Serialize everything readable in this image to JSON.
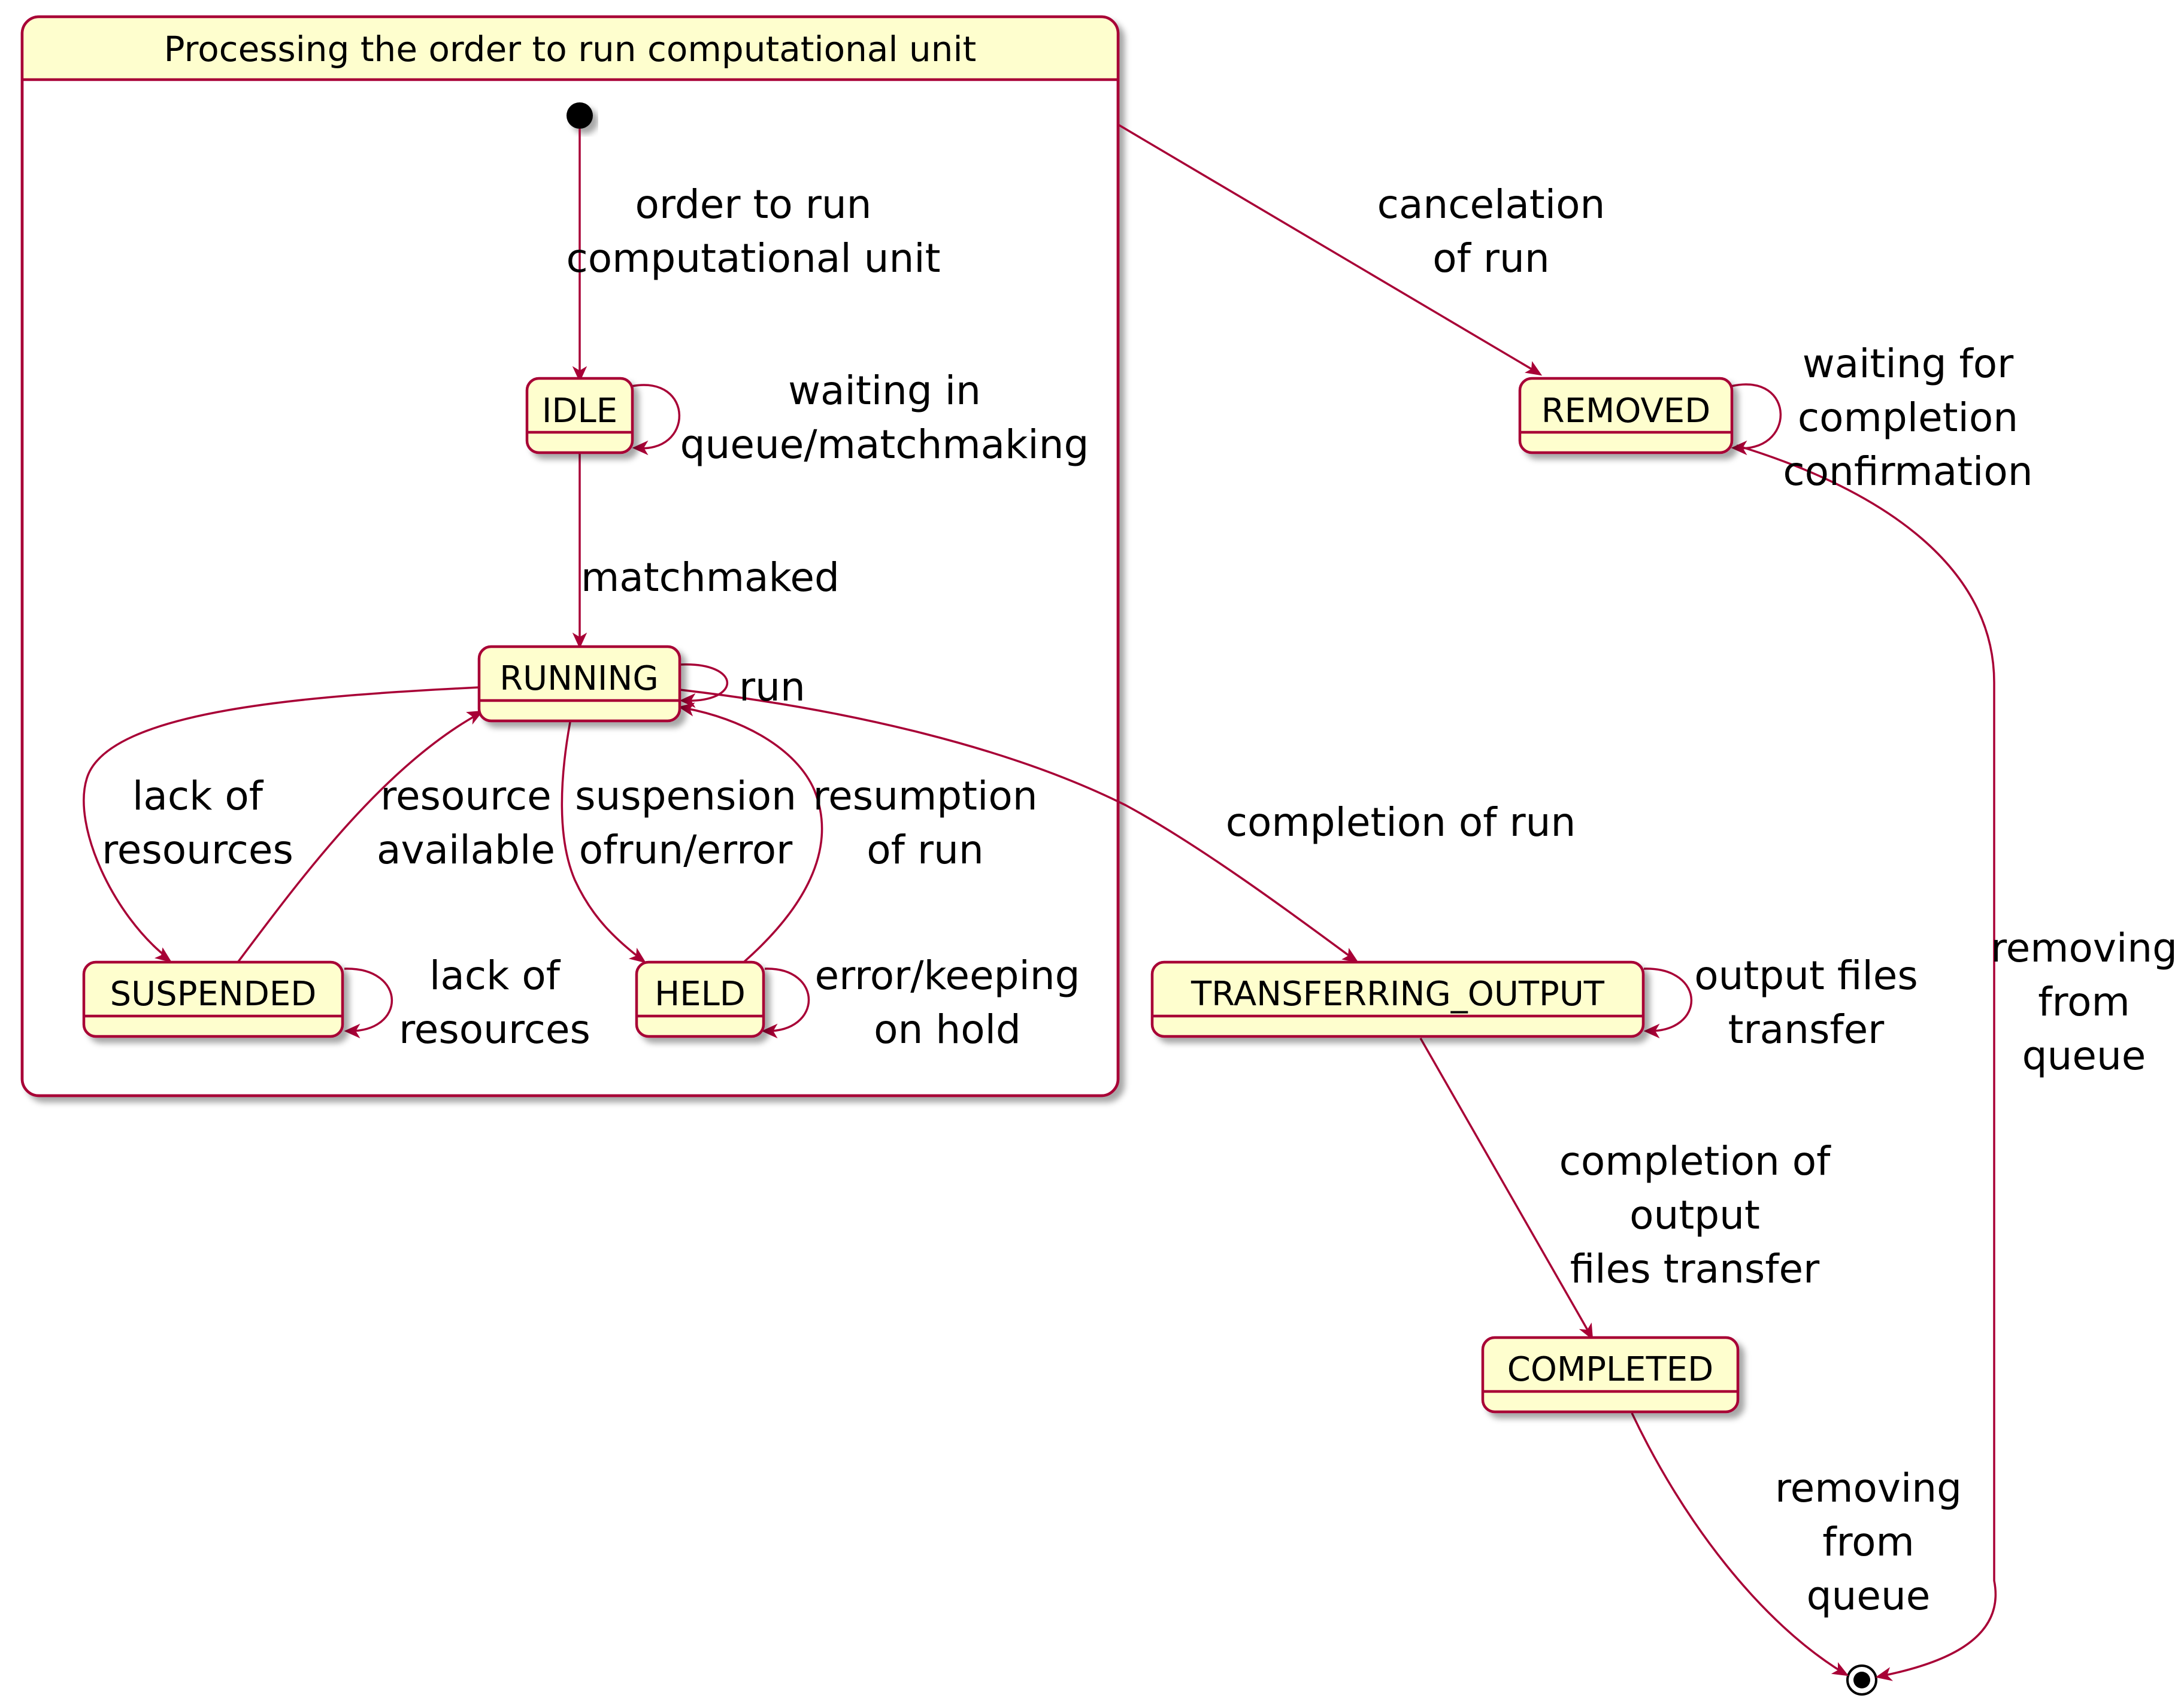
{
  "composite": {
    "title": "Processing the order to run computational unit"
  },
  "states": {
    "idle": "IDLE",
    "running": "RUNNING",
    "suspended": "SUSPENDED",
    "held": "HELD",
    "removed": "REMOVED",
    "transferring_output": "TRANSFERRING_OUTPUT",
    "completed": "COMPLETED"
  },
  "transitions": {
    "start_to_idle": [
      "order to run",
      "computational unit"
    ],
    "idle_self": [
      "waiting in",
      "queue/matchmaking"
    ],
    "idle_to_running": [
      "matchmaked"
    ],
    "running_self": [
      "run"
    ],
    "running_to_suspended": [
      "lack of",
      "resources"
    ],
    "suspended_to_running": [
      "resource",
      "available"
    ],
    "running_to_held": [
      "suspension",
      "ofrun/error"
    ],
    "held_to_running": [
      "resumption",
      "of run"
    ],
    "suspended_self": [
      "lack of",
      "resources"
    ],
    "held_self": [
      "error/keeping",
      "on hold"
    ],
    "composite_to_removed": [
      "cancelation",
      "of run"
    ],
    "removed_self": [
      "waiting for",
      "completion",
      "confirmation"
    ],
    "running_to_transferring": [
      "completion of run"
    ],
    "transferring_self": [
      "output files",
      "transfer"
    ],
    "transferring_to_completed": [
      "completion of",
      "output",
      "files transfer"
    ],
    "removed_to_end": [
      "removing",
      "from",
      "queue"
    ],
    "completed_to_end": [
      "removing",
      "from",
      "queue"
    ]
  },
  "colors": {
    "state_fill": "#FEFECE",
    "state_border": "#A80036",
    "edge": "#A80036",
    "text": "#000000"
  }
}
